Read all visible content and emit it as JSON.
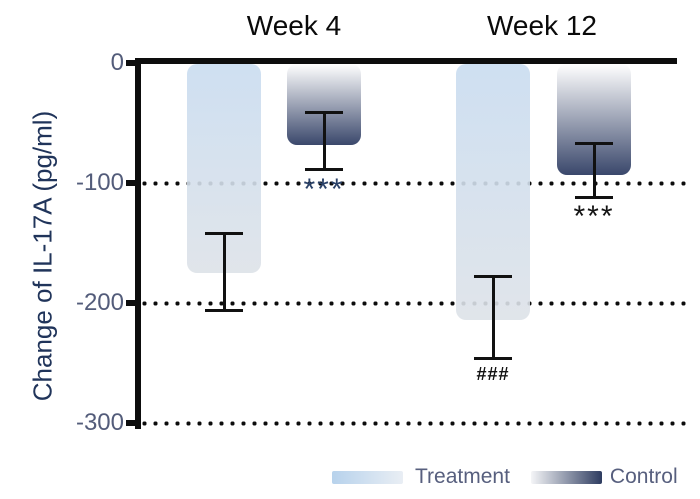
{
  "chart_data": {
    "type": "bar",
    "title": "",
    "ylabel": "Change of IL-17A (pg/ml)",
    "ylim": [
      -300,
      0
    ],
    "yticks": [
      0,
      -100,
      -200,
      -300
    ],
    "ytick_labels": [
      "0",
      "-100",
      "-200",
      "-300"
    ],
    "gridlines": {
      "style": "dotted",
      "at": [
        -100,
        -200,
        -300
      ]
    },
    "groups": [
      "Week 4",
      "Week 12"
    ],
    "series": [
      {
        "name": "Treatment",
        "values": [
          -175,
          -214
        ],
        "error_top": [
          -142,
          -178
        ],
        "error_bottom": [
          -206,
          -246
        ],
        "gradient": [
          "#c9dcf0",
          "#dde2e8"
        ]
      },
      {
        "name": "Control",
        "values": [
          -68,
          -93
        ],
        "error_top": [
          -41,
          -67
        ],
        "error_bottom": [
          -89,
          -112
        ],
        "gradient": [
          "#ffffff",
          "#24335b"
        ]
      }
    ],
    "annotations": [
      {
        "group_index": 0,
        "series_index": 1,
        "text": "***",
        "color": "#2a4168"
      },
      {
        "group_index": 1,
        "series_index": 1,
        "text": "***",
        "color": "#141414"
      },
      {
        "group_index": 1,
        "series_index": 0,
        "text": "###",
        "color": "#141414"
      }
    ],
    "legend": {
      "position": "bottom-right",
      "entries": [
        {
          "label": "Treatment",
          "gradient": [
            "#b7d2ec",
            "#e9eef4"
          ]
        },
        {
          "label": "Control",
          "gradient": [
            "#f4f5f7",
            "#2e3c60"
          ]
        }
      ]
    }
  },
  "colors": {
    "axis": "#0d0d0d",
    "tick_label": "#535c7a",
    "ylabel_text": "#20345a",
    "week_label": "#0a0a0a",
    "legend_label": "#575f7e"
  }
}
